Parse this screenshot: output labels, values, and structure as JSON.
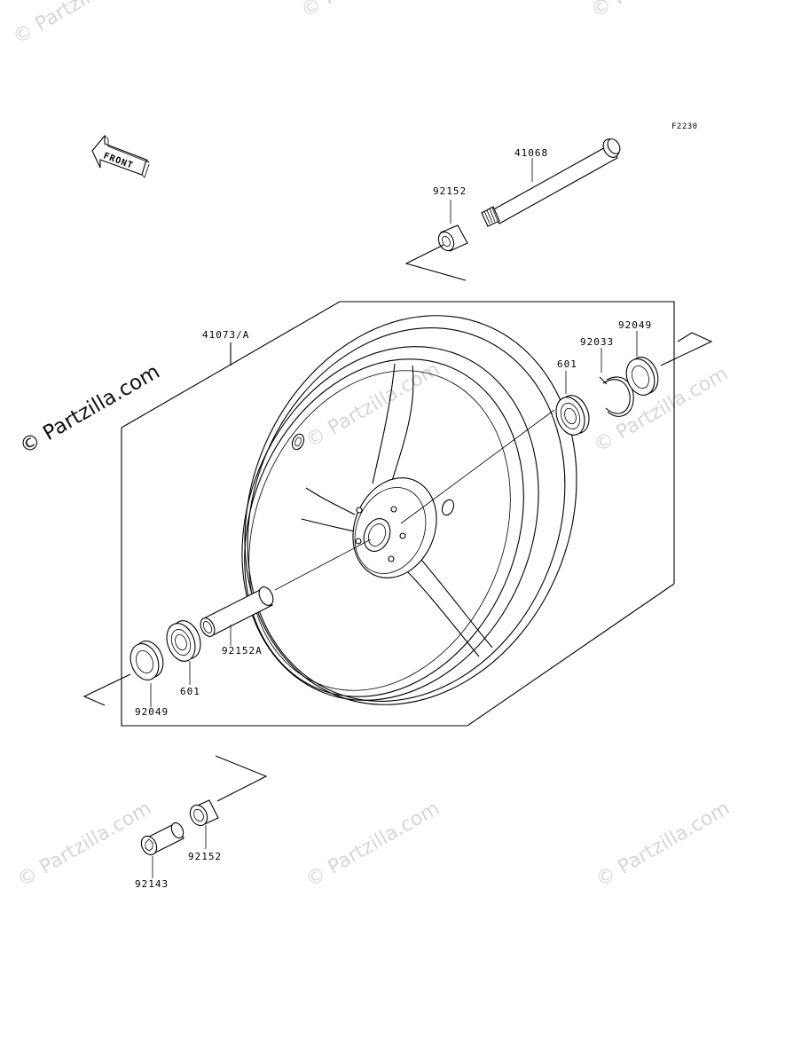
{
  "diagram": {
    "code": "F2230",
    "front_label": "FRONT",
    "watermark": "© Partzilla.com",
    "parts": {
      "axle": "41068",
      "collar_top": "92152",
      "wheel": "41073/A",
      "seal_right": "92049",
      "circlip": "92033",
      "bearing_right": "601",
      "spacer": "92152A",
      "bearing_left": "601",
      "seal_left": "92049",
      "collar_bottom": "92152",
      "bolt": "92143"
    }
  }
}
